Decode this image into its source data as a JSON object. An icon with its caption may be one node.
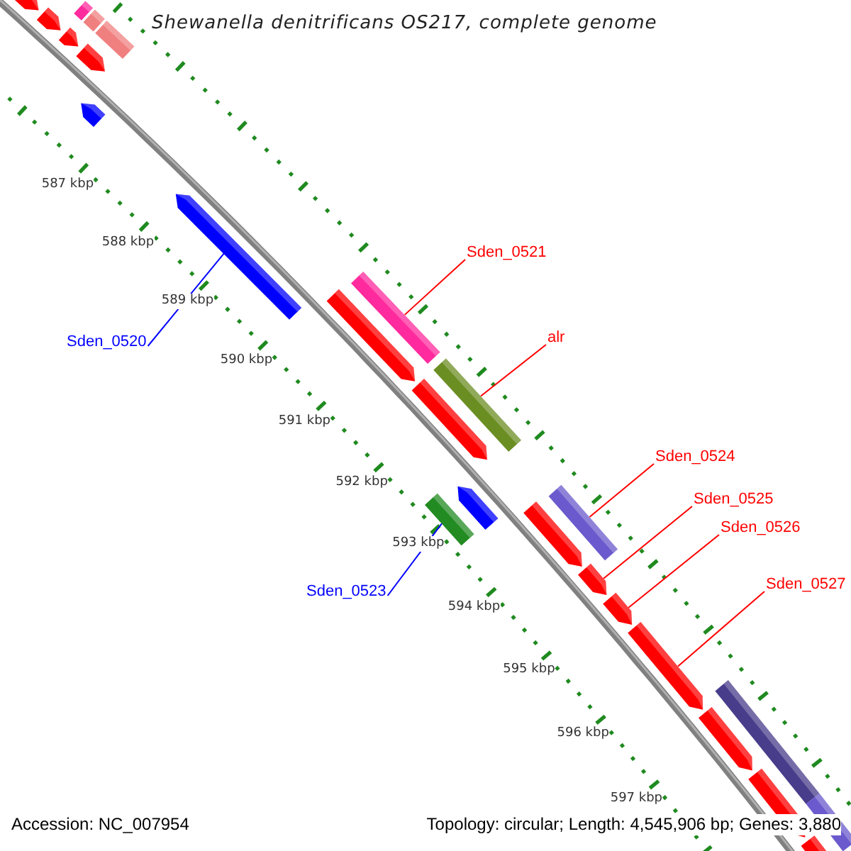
{
  "diagram": {
    "title": "Shewanella denitrificans OS217, complete genome",
    "nodes": [
      {
        "text": [],
        "shape": "bar"
      },
      {
        "text": [],
        "shape": "bar"
      },
      {
        "text": [],
        "shape": "bar"
      },
      {
        "text": [],
        "shape": "bar"
      },
      {
        "text": [],
        "shape": "bar"
      },
      {
        "text": [],
        "shape": "bar"
      },
      {
        "text": [],
        "shape": "bar"
      },
      {
        "text": [],
        "shape": "bar"
      },
      {
        "text": [],
        "shape": "bar"
      },
      {
        "text": [],
        "shape": "bar"
      },
      {
        "text": [],
        "shape": "bar"
      },
      {
        "text": [],
        "shape": "bar"
      },
      {
        "text": [],
        "shape": "bar"
      },
      {
        "text": [],
        "shape": "bar"
      },
      {
        "text": [],
        "shape": "bar"
      },
      {
        "text": [],
        "shape": "bar"
      },
      {
        "text": [],
        "shape": "bar"
      },
      {
        "text": [],
        "shape": "bar"
      },
      {
        "text": [],
        "shape": "bar"
      },
      {
        "text": [],
        "shape": "bar"
      },
      {
        "text": [],
        "shape": "bar"
      },
      {
        "text": [],
        "shape": "bar"
      },
      {
        "text": [],
        "shape": "bar"
      },
      {
        "text": [],
        "shape": "bar"
      },
      {
        "text": [],
        "shape": "bar"
      },
      {
        "text": [
          "Sden_0520"
        ]
      },
      {
        "text": [
          "Sden_0521"
        ]
      },
      {
        "text": [
          "alr"
        ]
      },
      {
        "text": [
          "Sden_0523"
        ]
      },
      {
        "text": [
          "Sden_0524"
        ]
      },
      {
        "text": [
          "Sden_0525"
        ]
      },
      {
        "text": [
          "Sden_0526"
        ]
      },
      {
        "text": [
          "Sden_0527"
        ]
      }
    ],
    "edges": [
      {
        "from": 25,
        "to": 8,
        "arrow": "none",
        "color": "#0000ff"
      },
      {
        "from": 26,
        "to": 10,
        "arrow": "none"
      },
      {
        "from": 27,
        "to": 12,
        "arrow": "none"
      },
      {
        "from": 28,
        "to": 13,
        "arrow": "none",
        "color": "#0000ff"
      },
      {
        "from": 29,
        "to": 16,
        "arrow": "none"
      },
      {
        "from": 30,
        "to": 17,
        "arrow": "none"
      },
      {
        "from": 31,
        "to": 18,
        "arrow": "none"
      },
      {
        "from": 32,
        "to": 19,
        "arrow": "none"
      }
    ],
    "labels": [
      "587 kbp",
      "588 kbp",
      "589 kbp",
      "590 kbp",
      "591 kbp",
      "592 kbp",
      "593 kbp",
      "594 kbp",
      "595 kbp",
      "596 kbp",
      "597 kbp",
      "Accession: NC_007954",
      "Topology: circular; Length: 4,545,906 bp; Genes: 3,880"
    ]
  }
}
